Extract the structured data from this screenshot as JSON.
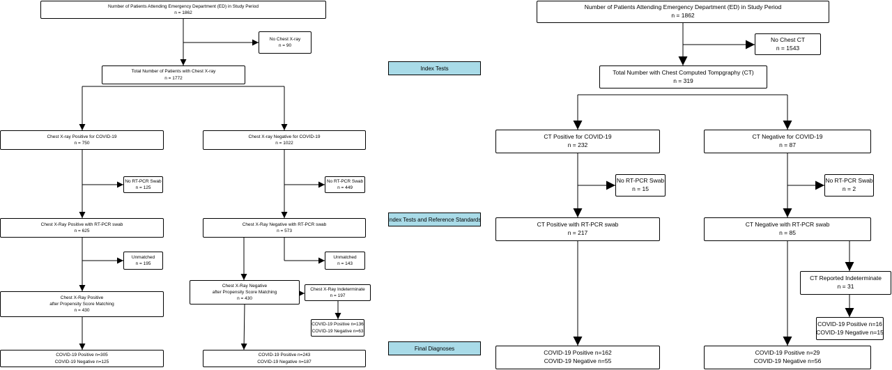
{
  "left": {
    "attending": {
      "title": "Number of Patients Attending Emergency Department (ED) in Study Period",
      "n": "n = 1862"
    },
    "no_xray": {
      "title": "No Chest X-ray",
      "n": "n = 90"
    },
    "total_xray": {
      "title": "Total Number of Patients with Chest X-ray",
      "n": "n = 1772"
    },
    "pos": {
      "title": "Chest X-ray Positive for COVID-19",
      "n": "n = 750"
    },
    "neg": {
      "title": "Chest X-ray Negative for COVID-19",
      "n": "n = 1022"
    },
    "pos_noswab": {
      "title": "No RT-PCR Swab",
      "n": "n = 125"
    },
    "neg_noswab": {
      "title": "No RT-PCR Swab",
      "n": "n = 449"
    },
    "pos_swab": {
      "title": "Chest X-Ray Positive with RT-PCR swab",
      "n": "n = 625"
    },
    "neg_swab": {
      "title": "Chest X-Ray Negative with RT-PCR swab",
      "n": "n = 573"
    },
    "pos_unmatched": {
      "title": "Unmatched",
      "n": "n = 195"
    },
    "neg_unmatched": {
      "title": "Unmatched",
      "n": "n = 143"
    },
    "pos_psm": {
      "line1": "Chest X-Ray Positive",
      "line2": "after Propensity Score Matching",
      "n": "n = 430"
    },
    "neg_psm": {
      "line1": "Chest X-Ray Negative",
      "line2": "after Propensity Score Matching",
      "n": "n = 430"
    },
    "indeterminate": {
      "title": "Chest X-Ray Indeterminate",
      "n": "n = 197"
    },
    "indet_dx": {
      "pos": "COVID-19 Positive n=136",
      "neg": "COVID-19 Negative n=63"
    },
    "pos_dx": {
      "pos": "COVID-19 Positive n=305",
      "neg": "COVID-19 Negative n=125"
    },
    "neg_dx": {
      "pos": "COVID-19 Positive n=243",
      "neg": "COVID-19 Negative n=187"
    }
  },
  "labels": {
    "index": "Index Tests",
    "index_ref": "Index Tests and Reference Standards",
    "final": "Final Diagnoses"
  },
  "right": {
    "attending": {
      "title": "Number of Patients Attending Emergency Department (ED) in Study Period",
      "n": "n = 1862"
    },
    "no_ct": {
      "title": "No Chest CT",
      "n": "n = 1543"
    },
    "total_ct": {
      "title": "Total Number with Chest Computed Tompgraphy (CT)",
      "n": "n = 319"
    },
    "pos": {
      "title": "CT Positive for COVID-19",
      "n": "n = 232"
    },
    "neg": {
      "title": "CT Negative for COVID-19",
      "n": "n = 87"
    },
    "pos_noswab": {
      "title": "No RT-PCR Swab",
      "n": "n = 15"
    },
    "neg_noswab": {
      "title": "No RT-PCR Swab",
      "n": "n = 2"
    },
    "pos_swab": {
      "title": "CT Positive with RT-PCR swab",
      "n": "n = 217"
    },
    "neg_swab": {
      "title": "CT Negative with RT-PCR swab",
      "n": "n = 85"
    },
    "indeterminate": {
      "title": "CT Reported Indeterminate",
      "n": "n = 31"
    },
    "indet_dx": {
      "pos": "COVID-19 Positive n=16",
      "neg": "COVID-19 Negative n=15"
    },
    "pos_dx": {
      "pos": "COVID-19 Positive n=162",
      "neg": "COVID-19 Negative n=55"
    },
    "neg_dx": {
      "pos": "COVID-19 Positive n=29",
      "neg": "COVID-19 Negative n=56"
    }
  }
}
